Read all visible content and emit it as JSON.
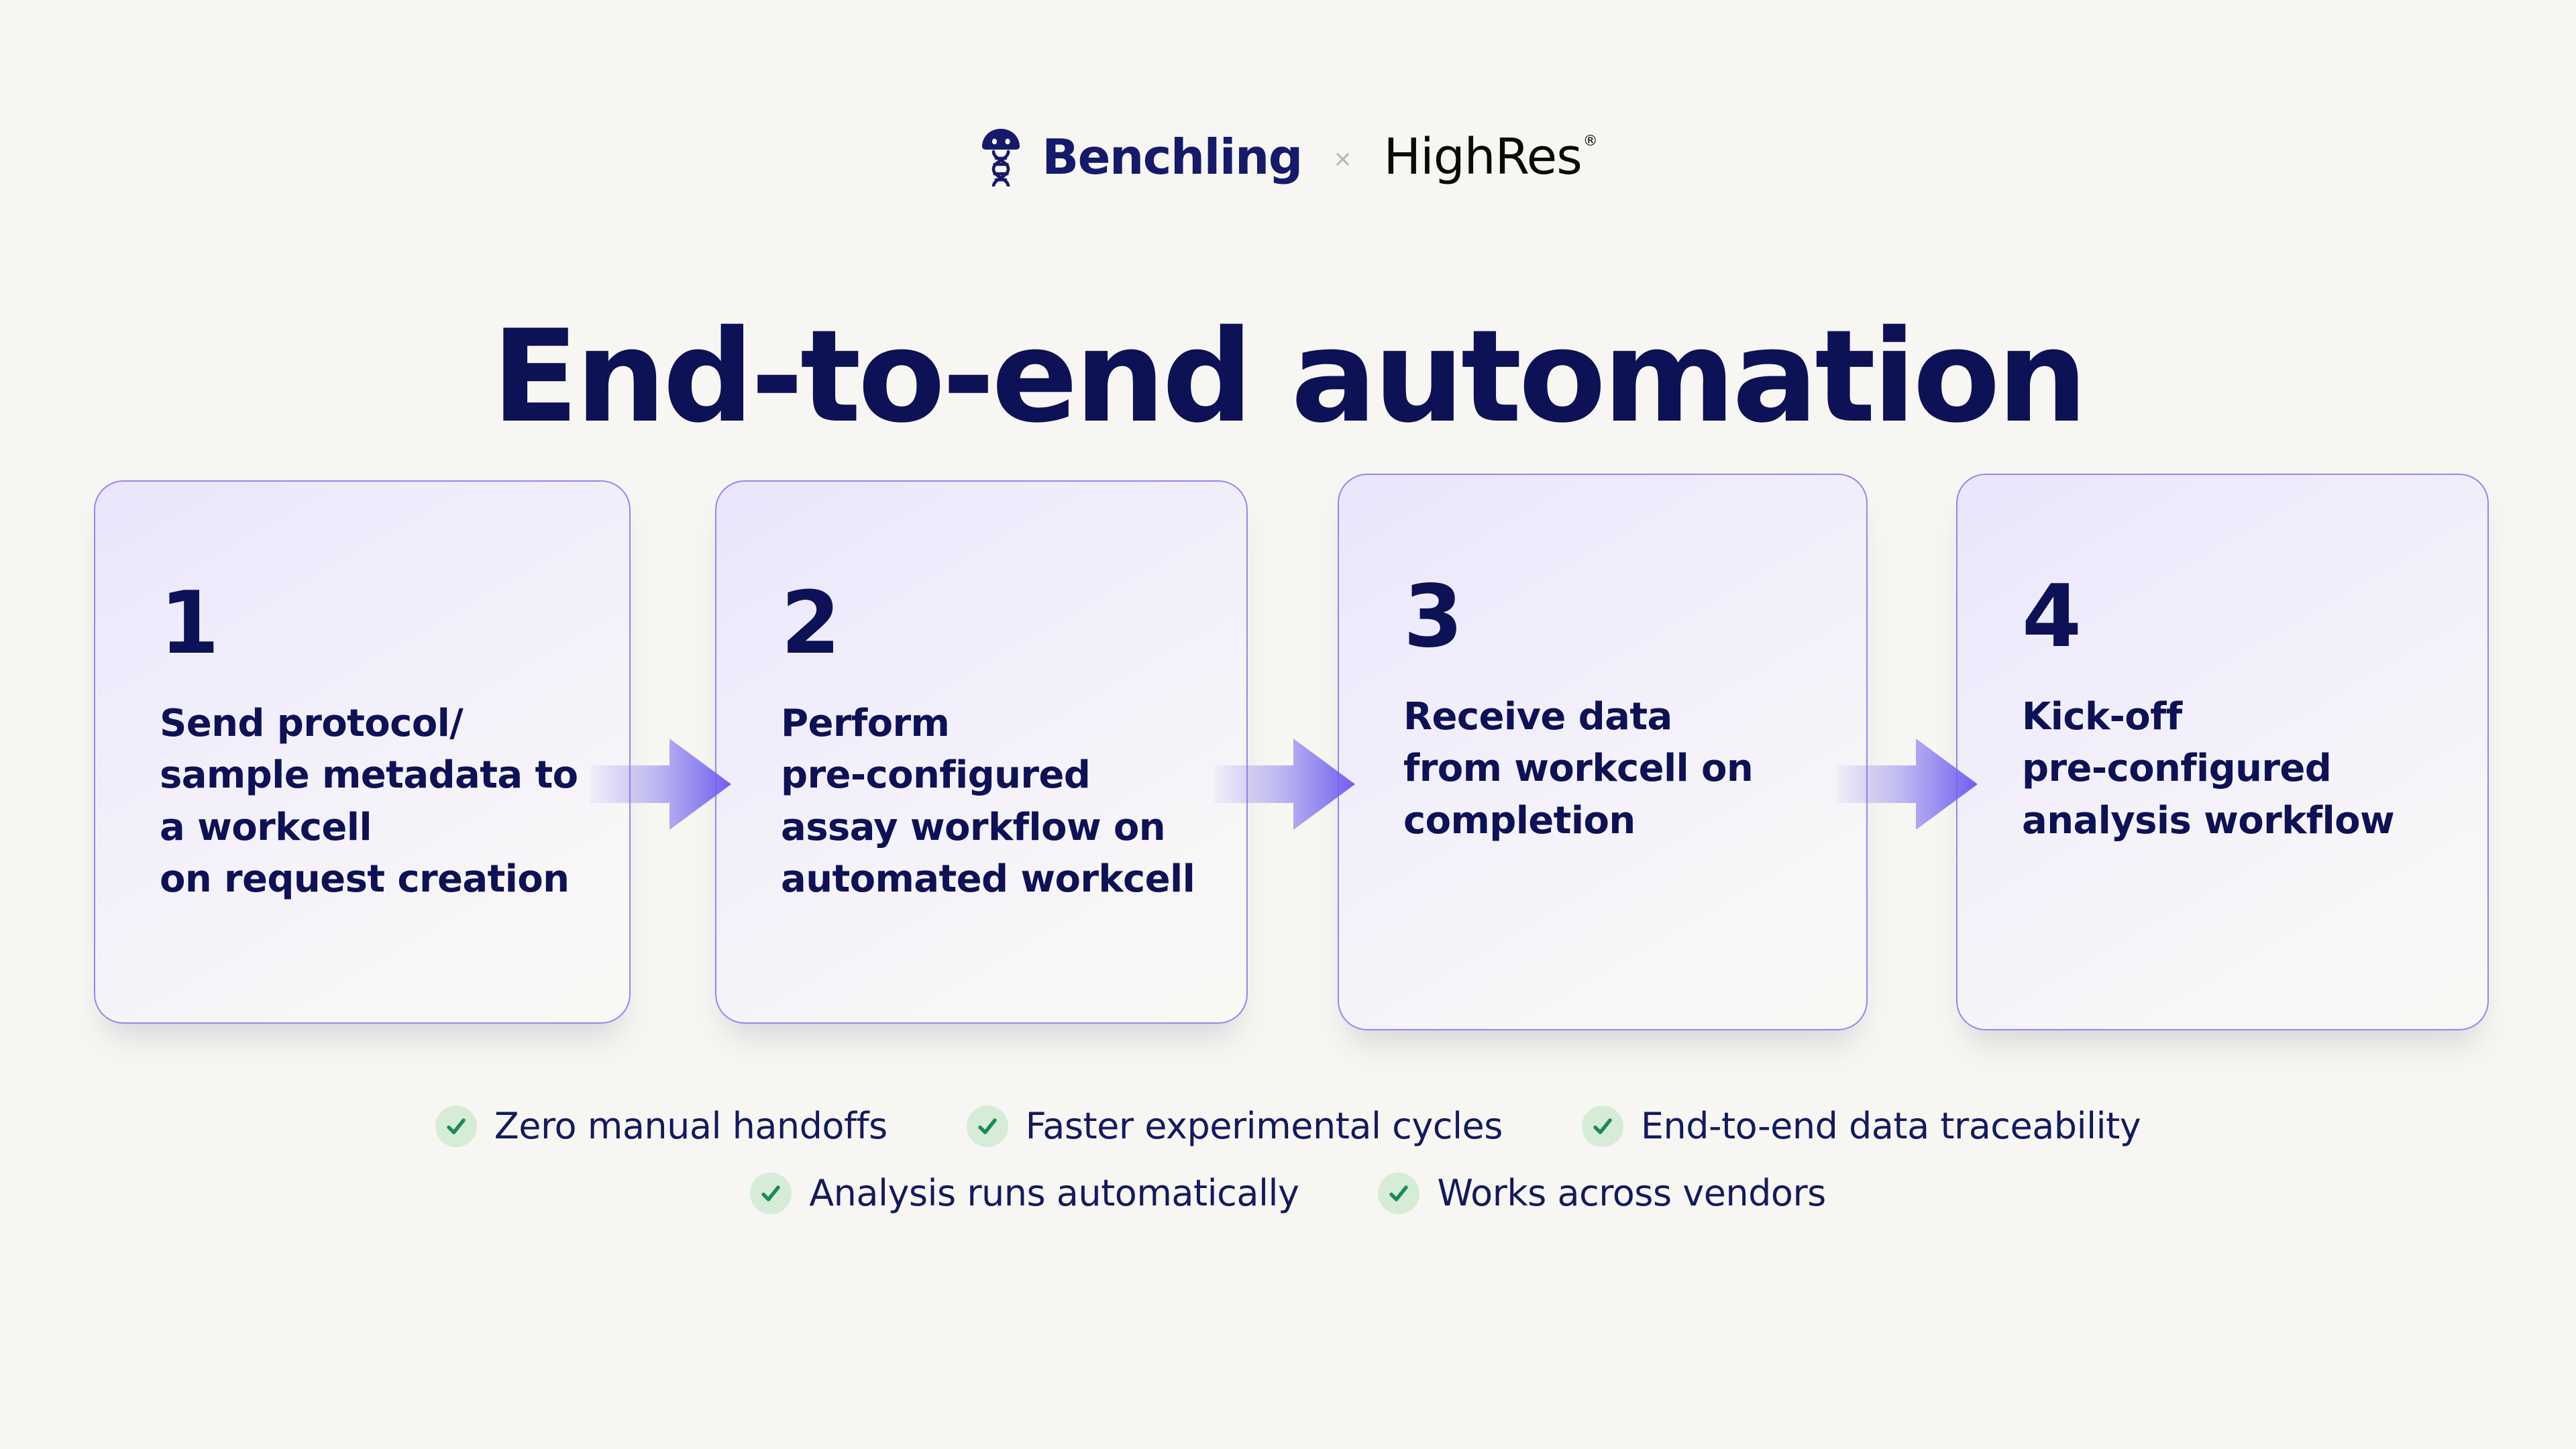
{
  "page": {
    "background_color": "#f7f6f2",
    "navy": "#0d1155",
    "purple_accent": "#7b6ef0",
    "card_border": "#9287ef",
    "check_green": "#1a8a5a",
    "check_badge_bg": "#d6ecd7"
  },
  "logo_lockup": {
    "brand_primary": "Benchling",
    "separator": "×",
    "brand_secondary": "HighRes",
    "brand_secondary_trademark": "®"
  },
  "headline": "End-to-end automation",
  "steps": [
    {
      "number": "1",
      "text": "Send protocol/\nsample metadata to\na workcell\non request creation"
    },
    {
      "number": "2",
      "text": "Perform\npre-configured\nassay workflow on\nautomated workcell"
    },
    {
      "number": "3",
      "text": "Receive data\nfrom workcell on\ncompletion"
    },
    {
      "number": "4",
      "text": "Kick-off\npre-configured\nanalysis workflow"
    }
  ],
  "connectors": [
    {
      "name": "arrow-1"
    },
    {
      "name": "arrow-2"
    },
    {
      "name": "arrow-3"
    }
  ],
  "benefits": {
    "row_1": [
      "Zero manual handoffs",
      "Faster experimental cycles",
      "End-to-end data traceability"
    ],
    "row_2": [
      "Analysis runs automatically",
      "Works across vendors"
    ]
  }
}
